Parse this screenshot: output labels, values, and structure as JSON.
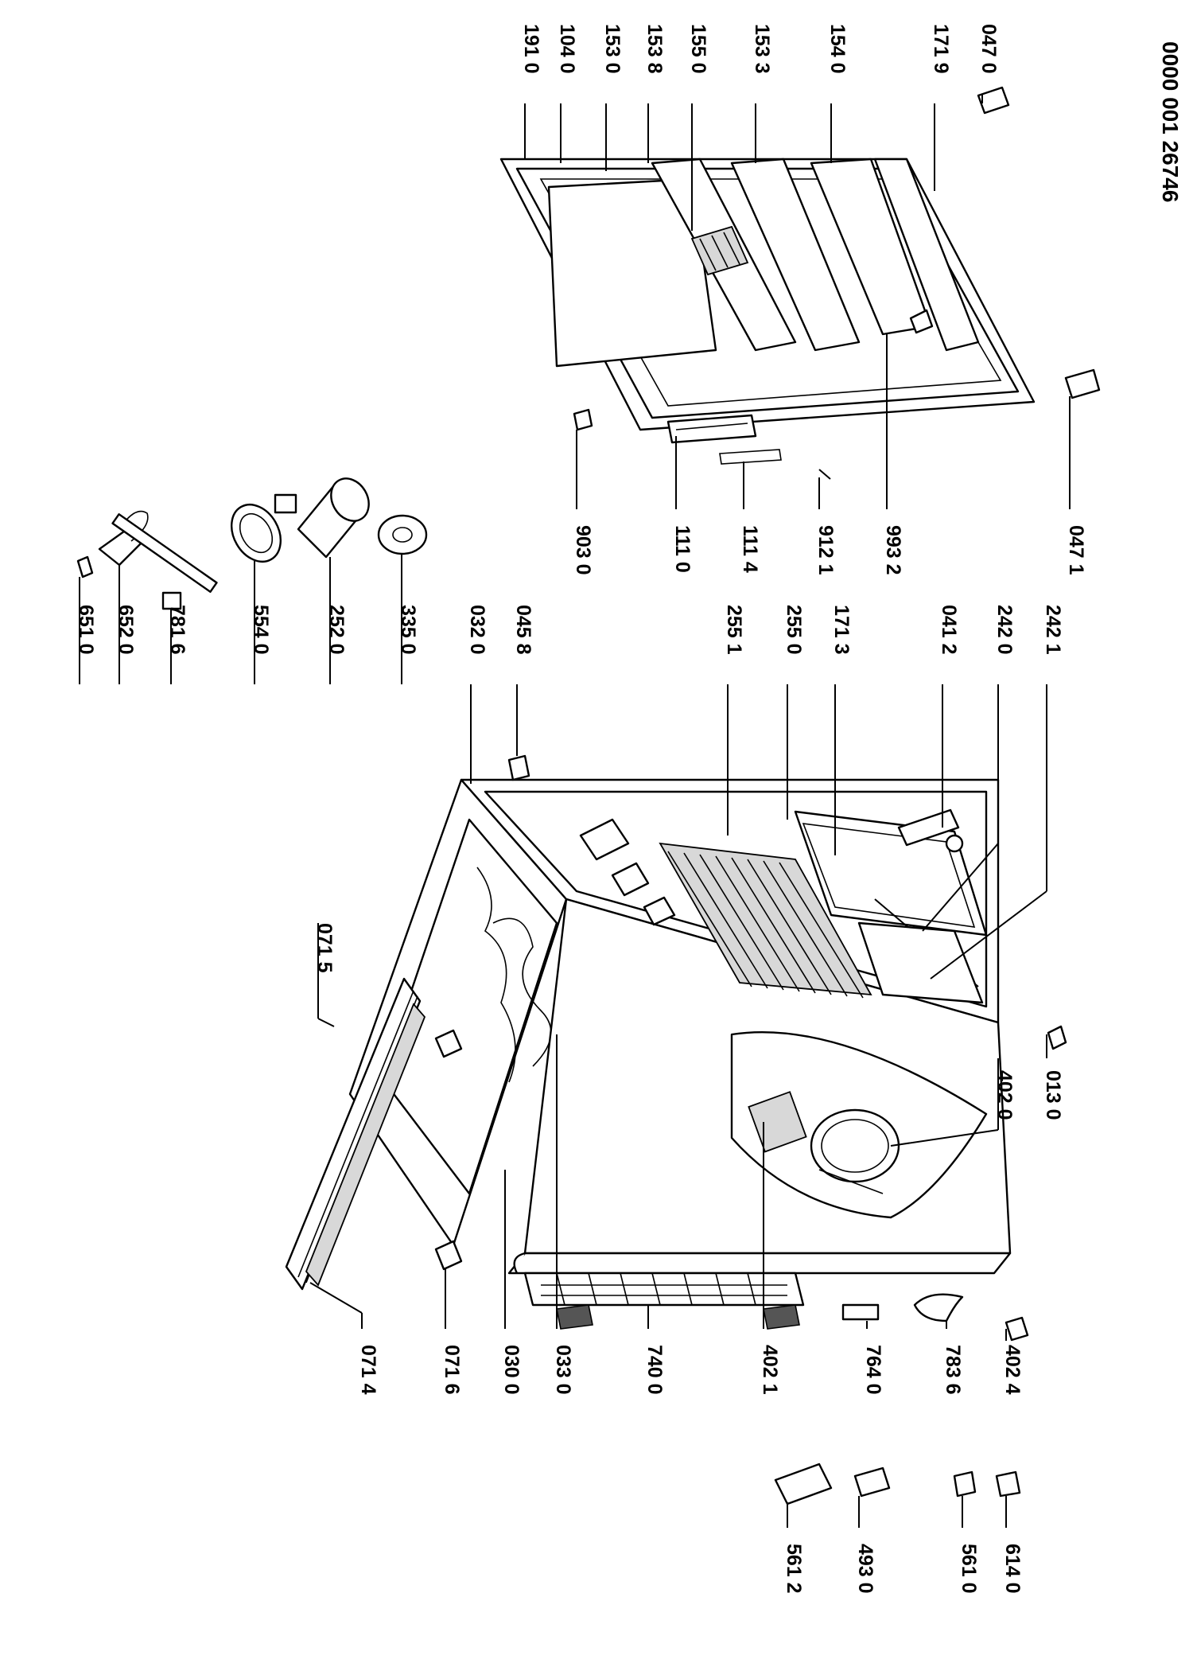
{
  "document_id": "0000 001 26746",
  "part_labels": {
    "p0714": "071 4",
    "p0716": "071 6",
    "p0300": "030 0",
    "p0330": "033 0",
    "p7400": "740 0",
    "p4021": "402 1",
    "p7640": "764 0",
    "p7836": "783 6",
    "p4024": "402 4",
    "p0715": "071 5",
    "p4020": "402 0",
    "p0130": "013 0",
    "p6510": "651 0",
    "p6520": "652 0",
    "p7816": "781 6",
    "p5540": "554 0",
    "p2520": "252 0",
    "p3350": "335 0",
    "p0320": "032 0",
    "p0458": "045 8",
    "p2551": "255 1",
    "p2550": "255 0",
    "p1713": "171 3",
    "p0412": "041 2",
    "p2420": "242 0",
    "p2421": "242 1",
    "p5612": "561 2",
    "p4930": "493 0",
    "p5610": "561 0",
    "p6140": "614 0",
    "p1910": "191 0",
    "p1040": "104 0",
    "p1530": "153 0",
    "p1538": "153 8",
    "p1550": "155 0",
    "p1533": "153 3",
    "p1540": "154 0",
    "p1719": "171 9",
    "p0470": "047 0",
    "p9030": "903 0",
    "p1110": "111 0",
    "p1114": "111 4",
    "p9121": "912 1",
    "p9932": "993 2",
    "p0471": "047 1"
  }
}
